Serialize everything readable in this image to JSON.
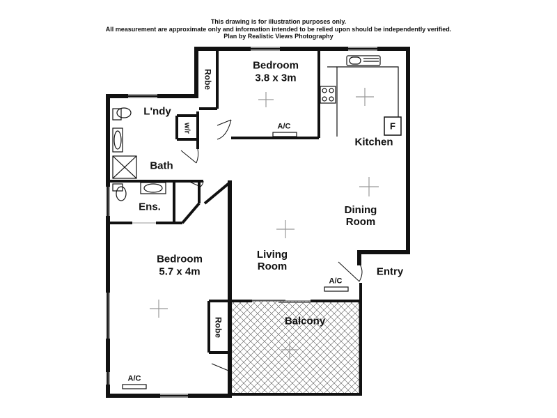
{
  "header": {
    "line1": "This drawing is for illustration purposes only.",
    "line2": "All measurement are approximate only and information intended to be relied upon should be independently verified.",
    "line3": "Plan by Realistic Views Photography"
  },
  "rooms": {
    "bedroom_top_name": "Bedroom",
    "bedroom_top_size": "3.8 x 3m",
    "robe_top": "Robe",
    "laundry": "L'ndy",
    "wir": "w/r",
    "bath": "Bath",
    "ensuite": "Ens.",
    "kitchen": "Kitchen",
    "fridge": "F",
    "dining": "Dining\nRoom",
    "living": "Living\nRoom",
    "entry": "Entry",
    "bedroom_main_name": "Bedroom",
    "bedroom_main_size": "5.7 x 4m",
    "robe_main": "Robe",
    "balcony": "Balcony"
  },
  "ac_units": {
    "bedroom_top": "A/C",
    "living": "A/C",
    "bedroom_main": "A/C"
  },
  "colors": {
    "wall": "#111111",
    "window": "#9a9a9a",
    "balcony_hatch": "#555555"
  }
}
